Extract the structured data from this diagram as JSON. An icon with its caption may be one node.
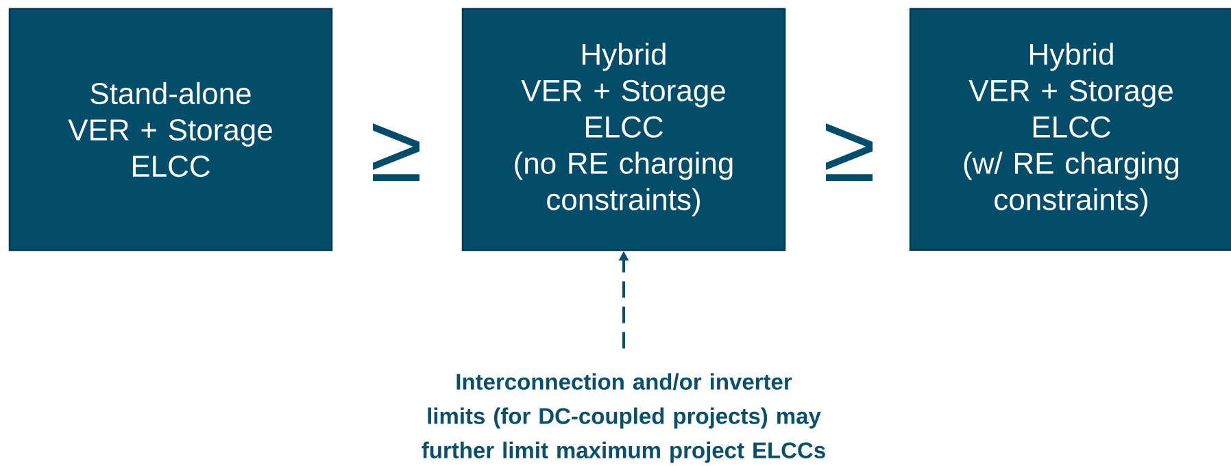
{
  "diagram": {
    "nodes": [
      {
        "text": [
          "Stand-alone",
          "VER + Storage",
          "ELCC"
        ]
      },
      {
        "text": [
          "Hybrid",
          "VER + Storage",
          "ELCC",
          "(no RE charging constraints)"
        ]
      },
      {
        "text": [
          "Hybrid",
          "VER + Storage",
          "ELCC",
          "(w/ RE charging constraints)"
        ]
      },
      {
        "text": [
          "Interconnection and/or inverter limits (for DC-coupled projects) may further limit maximum project ELCCs"
        ]
      }
    ],
    "edges": [
      {
        "from": 3,
        "to": 1,
        "arrow": "to",
        "style": "dashed"
      }
    ],
    "labels": [
      "≥",
      "≥"
    ]
  }
}
